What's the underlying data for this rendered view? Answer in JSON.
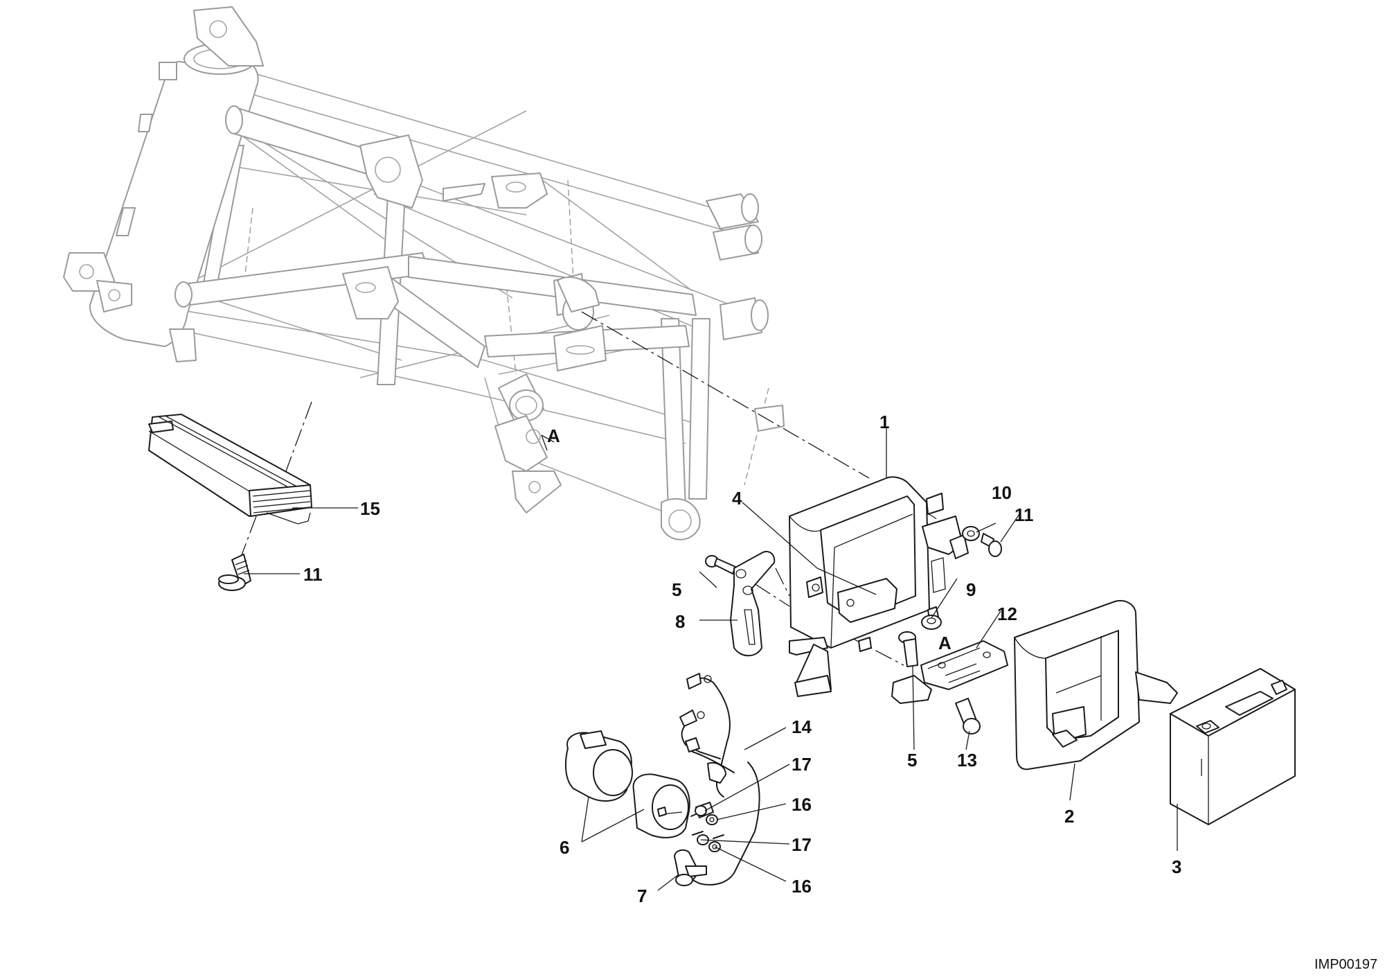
{
  "drawing": {
    "code": "IMP00197",
    "section_marker": "A"
  },
  "callouts": [
    {
      "id": "c1",
      "text": "1"
    },
    {
      "id": "c2",
      "text": "2"
    },
    {
      "id": "c3",
      "text": "3"
    },
    {
      "id": "c4",
      "text": "4"
    },
    {
      "id": "c5a",
      "text": "5"
    },
    {
      "id": "c5b",
      "text": "5"
    },
    {
      "id": "c6",
      "text": "6"
    },
    {
      "id": "c7",
      "text": "7"
    },
    {
      "id": "c8",
      "text": "8"
    },
    {
      "id": "c9",
      "text": "9"
    },
    {
      "id": "c10",
      "text": "10"
    },
    {
      "id": "c11a",
      "text": "11"
    },
    {
      "id": "c11b",
      "text": "11"
    },
    {
      "id": "c12",
      "text": "12"
    },
    {
      "id": "c13",
      "text": "13"
    },
    {
      "id": "c14",
      "text": "14"
    },
    {
      "id": "c15",
      "text": "15"
    },
    {
      "id": "c16a",
      "text": "16"
    },
    {
      "id": "c16b",
      "text": "16"
    },
    {
      "id": "c17a",
      "text": "17"
    },
    {
      "id": "c17b",
      "text": "17"
    }
  ]
}
